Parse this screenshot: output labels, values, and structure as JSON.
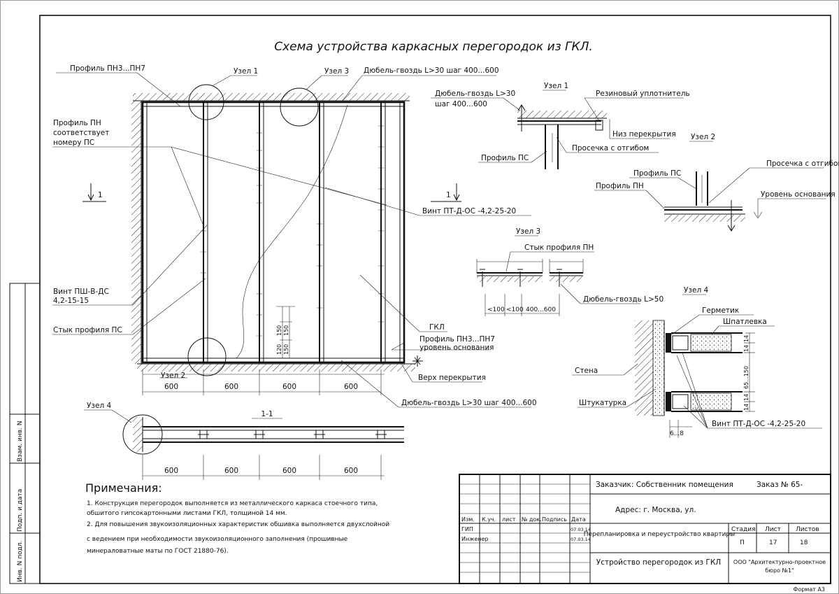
{
  "drawing": {
    "title": "Схема устройства каркасных перегородок из ГКЛ.",
    "labels": {
      "profile_pn3": "Профиль ПН3...ПН7",
      "uzel1": "Узел 1",
      "uzel3": "Узел 3",
      "dowel_top": "Дюбель-гвоздь L>30 шаг 400...600",
      "profile_pn_1": "Профиль ПН",
      "profile_pn_2": "соответствует",
      "profile_pn_3": "номеру ПС",
      "section_mark": "1",
      "screw_pt": "Винт ПТ-Д-ОС -4,2-25-20",
      "screw_psh_1": "Винт ПШ-В-ДС",
      "screw_psh_2": "4,2-15-15",
      "joint_ps": "Стык профиля ПС",
      "gkl": "ГКЛ",
      "profile_pn3_b": "Профиль ПН3...ПН7",
      "base_level": "уровень основания",
      "uzel2": "Узел 2",
      "floor_top": "Верх перекрытия",
      "dowel_bottom": "Дюбель-гвоздь L>30 шаг 400...600",
      "uzel4": "Узел 4",
      "section_title": "1-1",
      "dim_600": "600",
      "dim_150": "150",
      "dim_120": "120",
      "n1_uzel": "Узел 1",
      "n1_dowel_1": "Дюбель-гвоздь L>30",
      "n1_dowel_2": "шаг 400...600",
      "n1_rubber": "Резиновый уплотнитель",
      "n1_slab_bottom": "Низ перекрытия",
      "n1_notch": "Просечка с отгибом",
      "n1_profile_ps": "Профиль ПС",
      "n2_uzel": "Узел 2",
      "n2_notch": "Просечка с отгибом",
      "n2_profile_ps": "Профиль ПС",
      "n2_profile_pn": "Профиль ПН",
      "n2_base": "Уровень основания",
      "n3_uzel": "Узел 3",
      "n3_joint": "Стык профиля ПН",
      "n3_dim_100a": "<100",
      "n3_dim_100b": "<100",
      "n3_dim_400": "400...600",
      "n3_dowel": "Дюбель-гвоздь L>50",
      "n4_uzel": "Узел 4",
      "n4_sealant": "Герметик",
      "n4_putty": "Шпатлевка",
      "n4_wall": "Стена",
      "n4_plaster": "Штукатурка",
      "n4_dim": "65...150",
      "n4_dim_14a": "14",
      "n4_dim_14b": "14",
      "n4_dim_14c": "14",
      "n4_dim_14d": "14",
      "n4_dim_68": "6...8",
      "n4_screw": "Винт ПТ-Д-ОС -4,2-25-20"
    }
  },
  "notes": {
    "heading": "Примечания:",
    "line1": "1. Конструкция перегородок выполняется из металлического каркаса стоечного типа,",
    "line2": "обшитого гипсокартонными листами ГКЛ, толщиной 14 мм.",
    "line3": "2. Для повышения звукоизоляционных характеристик обшивка выполняется двухслойной",
    "line4": "с ведением при необходимости звукоизоляционного заполнения (прошивные",
    "line5": "минераловатные маты по ГОСТ 21880-76)."
  },
  "side_stamp": {
    "vzam": "Взам. инв. N",
    "podp": "Подп. и дата",
    "inv": "Инв. N подл."
  },
  "title_block": {
    "customer": "Заказчик: Собственник помещения",
    "order": "Заказ № 65-",
    "address": "Адрес: г. Москва, ул.",
    "headers": [
      "Изм.",
      "К.уч.",
      "лист",
      "№ док.",
      "Подпись",
      "Дата"
    ],
    "roles": [
      "ГИП",
      "Инженер"
    ],
    "dates": [
      "07.03.14",
      "07.03.14"
    ],
    "project": "Перепланировка и переустройство квартиры",
    "stage_label": "Стадия",
    "sheet_label": "Лист",
    "sheets_label": "Листов",
    "stage": "П",
    "sheet": "17",
    "sheets": "18",
    "drawing_name": "Устройство перегородок из ГКЛ",
    "org_1": "ООО \"Архитектурно-проектное",
    "org_2": "бюро №1\"",
    "format": "Формат А3"
  }
}
